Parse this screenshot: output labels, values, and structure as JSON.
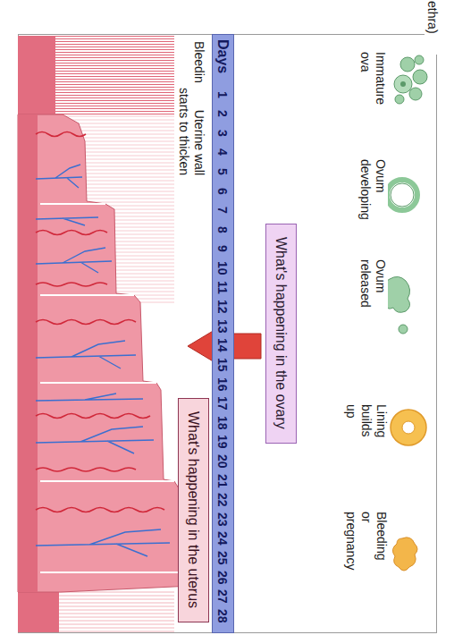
{
  "diagram": {
    "nodes": [
      {
        "text": [
          "What's happening in the ovary"
        ]
      },
      {
        "text": [
          "Days",
          "1",
          "2",
          "3",
          "4",
          "5",
          "6",
          "7",
          "8",
          "9",
          "10",
          "11",
          "12",
          "13",
          "14",
          "15",
          "16",
          "17",
          "18",
          "19",
          "20",
          "21",
          "22",
          "23",
          "24",
          "25",
          "26",
          "27",
          "28"
        ]
      },
      {
        "text": [
          "What's happening in the uterus"
        ]
      }
    ],
    "labels": [
      "ethra)",
      "Immature ova",
      "Ovum developing",
      "Ovum released",
      "Lining builds up",
      "Bleeding or pregnancy",
      "Bleeding",
      "Uterine wall starts to thicken"
    ]
  }
}
